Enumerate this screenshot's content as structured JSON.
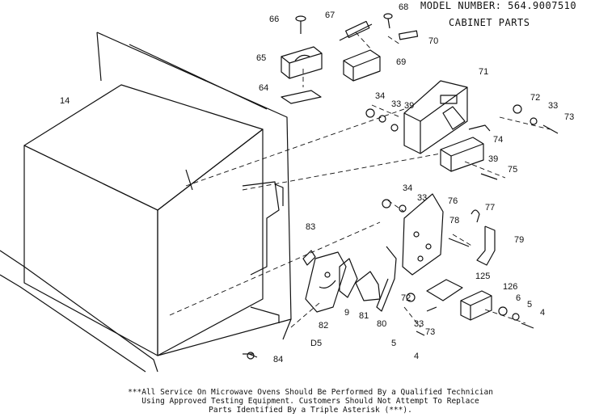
{
  "header": {
    "model_label": "MODEL NUMBER: 564.9007510",
    "section_title": "CABINET PARTS"
  },
  "callouts": {
    "c14": "14",
    "c64": "64",
    "c65": "65",
    "c66": "66",
    "c67": "67",
    "c68": "68",
    "c69": "69",
    "c70": "70",
    "c71": "71",
    "c72a": "72",
    "c72b": "72",
    "c33a": "33",
    "c33b": "33",
    "c33c": "33",
    "c33d": "33",
    "c34a": "34",
    "c34b": "34",
    "c39a": "39",
    "c39b": "39",
    "c73a": "73",
    "c73b": "73",
    "c74": "74",
    "c75": "75",
    "c76": "76",
    "c77": "77",
    "c78": "78",
    "c79": "79",
    "c80": "80",
    "c81": "81",
    "c82": "82",
    "c83": "83",
    "c84": "84",
    "c9": "9",
    "c125": "125",
    "c126": "126",
    "c6": "6",
    "c5a": "5",
    "c5b": "5",
    "c4a": "4",
    "c4b": "4",
    "d5": "D5",
    "ast": "***"
  },
  "footnote": {
    "line1": "***All Service On Microwave Ovens Should Be Performed By a Qualified Technician",
    "line2": "Using Approved Testing Equipment.  Customers Should Not Attempt To Replace",
    "line3": "Parts Identified By a Triple Asterisk (***)."
  }
}
